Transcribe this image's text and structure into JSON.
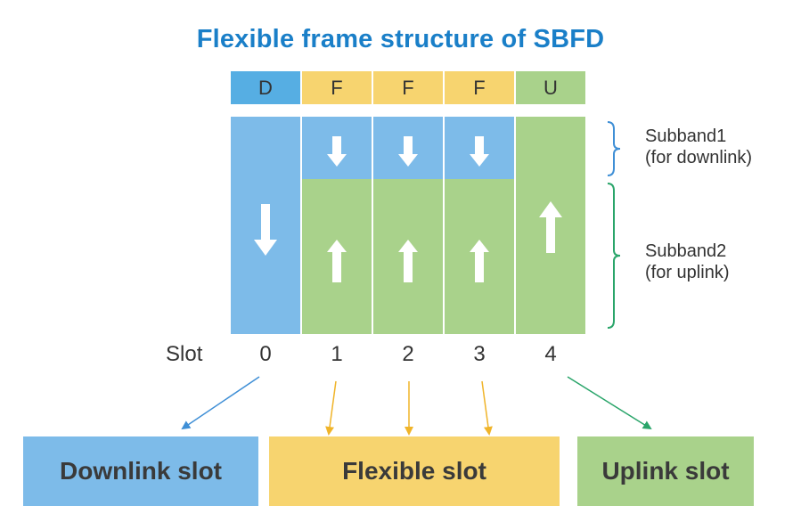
{
  "title": "Flexible frame structure of SBFD",
  "colors": {
    "title": "#1a7fc8",
    "downlink_header": "#56aee3",
    "downlink": "#7dbbe9",
    "flexible": "#f7d46f",
    "uplink": "#a9d28b",
    "green_line": "#2aa56a",
    "blue_line": "#3f8fd6",
    "yellow_line": "#f0b429"
  },
  "slot_types": [
    "D",
    "F",
    "F",
    "F",
    "U"
  ],
  "subbands": [
    {
      "name": "Subband1",
      "purpose": "(for downlink)"
    },
    {
      "name": "Subband2",
      "purpose": "(for uplink)"
    }
  ],
  "slot_axis_label": "Slot",
  "slot_numbers": [
    "0",
    "1",
    "2",
    "3",
    "4"
  ],
  "legend": {
    "downlink": "Downlink slot",
    "flexible": "Flexible slot",
    "uplink": "Uplink slot"
  }
}
